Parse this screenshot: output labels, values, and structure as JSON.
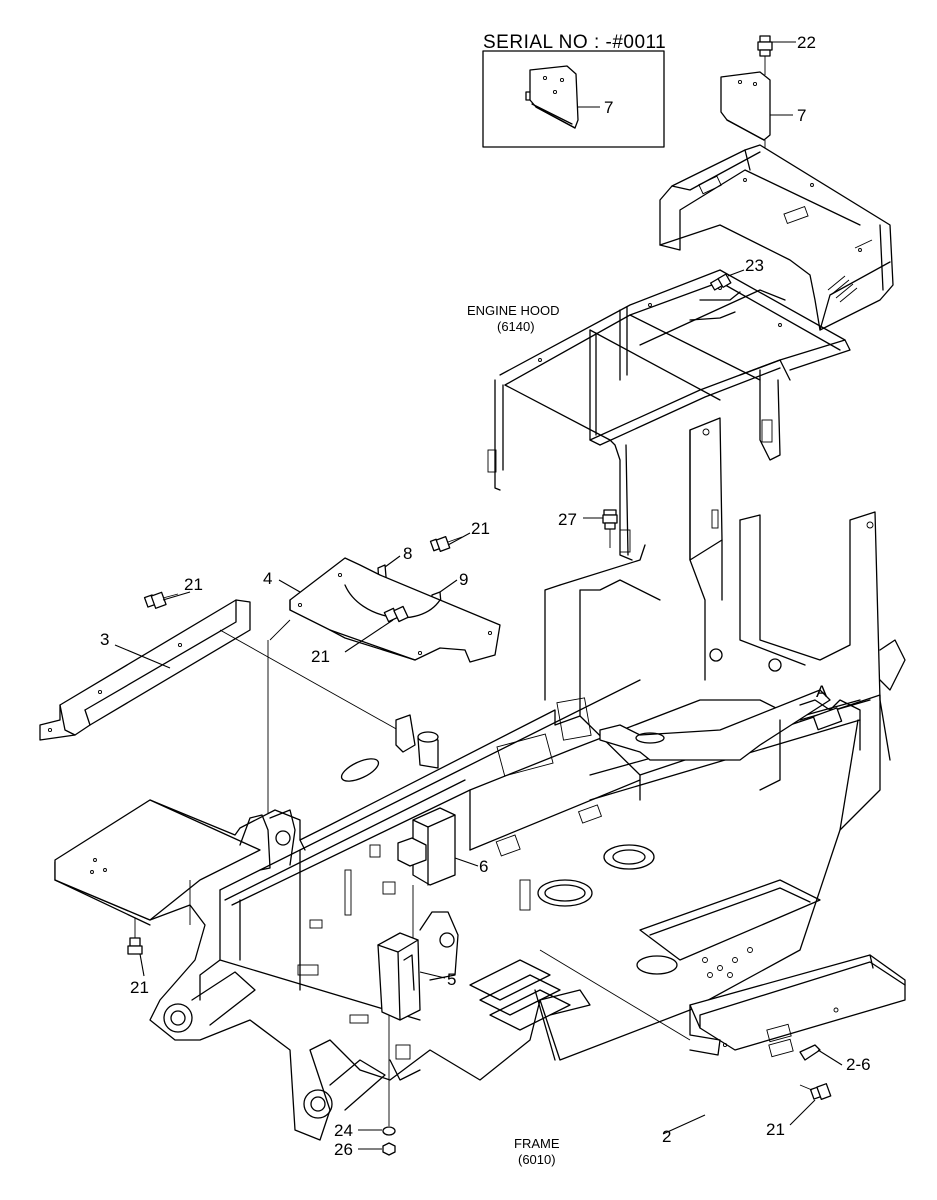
{
  "inset": {
    "heading": "SERIAL NO : -#0011",
    "part": "7"
  },
  "groups": {
    "engine_hood": {
      "name": "ENGINE HOOD",
      "code": "(6140)"
    },
    "frame": {
      "name": "FRAME",
      "code": "(6010)"
    }
  },
  "callouts": {
    "c22": "22",
    "c7": "7",
    "c23": "23",
    "c27": "27",
    "c21_top": "21",
    "c8": "8",
    "c9": "9",
    "c4": "4",
    "c21_left": "21",
    "c3": "3",
    "c21_mid": "21",
    "c6": "6",
    "c5": "5",
    "c21_lower": "21",
    "c24": "24",
    "c26": "26",
    "c2": "2",
    "c2_6": "2-6",
    "c21_right": "21",
    "cA": "A"
  }
}
